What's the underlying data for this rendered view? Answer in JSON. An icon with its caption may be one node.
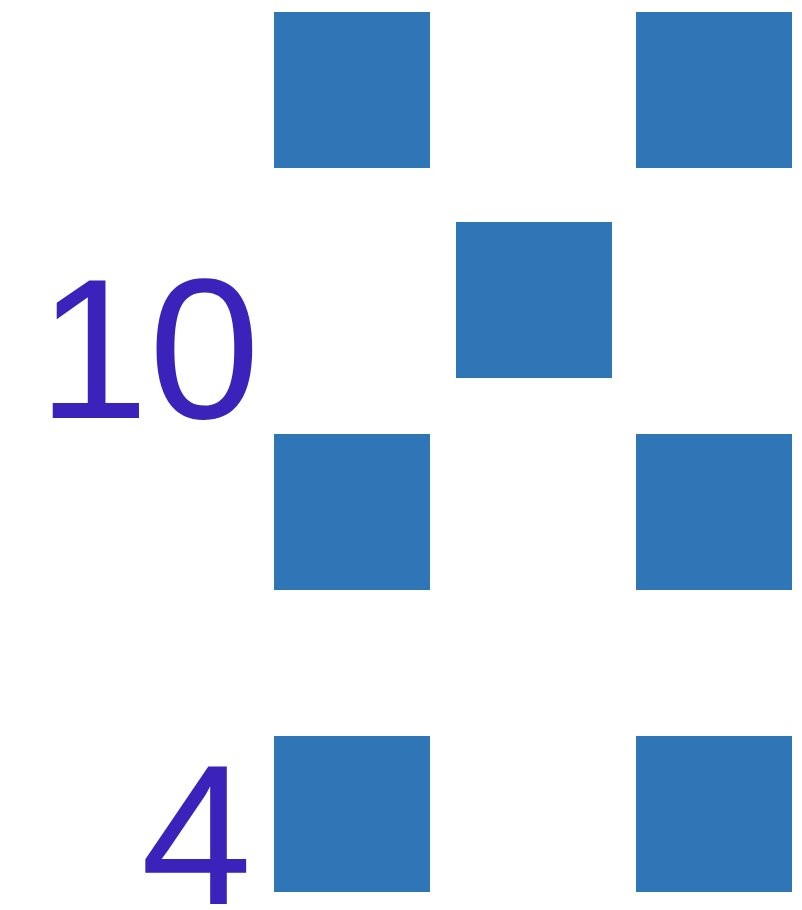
{
  "diagram": {
    "nodes": [
      {
        "text": [],
        "shape": "box"
      },
      {
        "text": [],
        "shape": "box"
      },
      {
        "text": [],
        "shape": "box"
      },
      {
        "text": [],
        "shape": "box"
      },
      {
        "text": [],
        "shape": "box"
      },
      {
        "text": [],
        "shape": "box"
      },
      {
        "text": [],
        "shape": "box"
      }
    ],
    "edges": [],
    "labels": [
      "10",
      "4"
    ]
  }
}
